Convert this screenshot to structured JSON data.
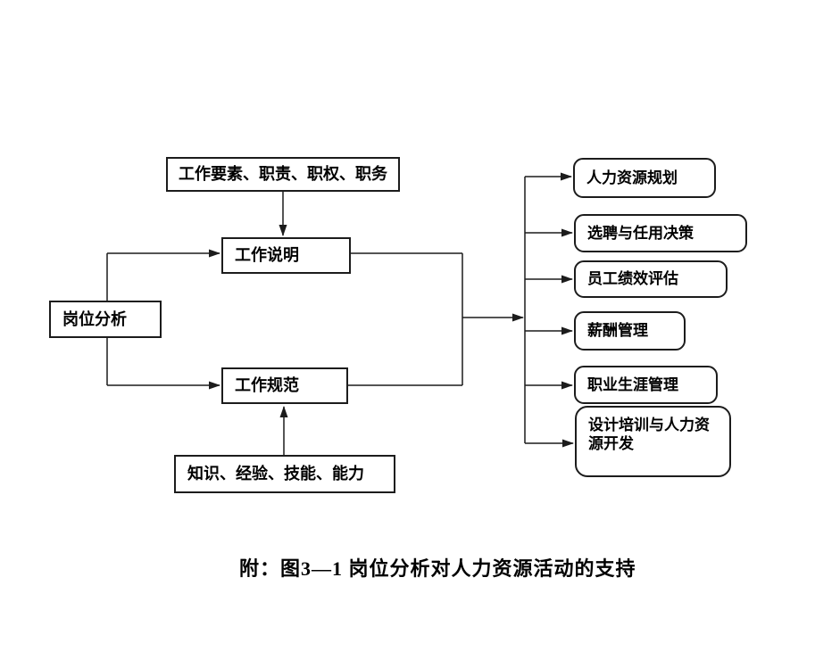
{
  "diagram": {
    "caption": "附：图3—1 岗位分析对人力资源活动的支持",
    "nodes": {
      "job_elements": {
        "label": "工作要素、职责、职权、职务"
      },
      "job_description": {
        "label": "工作说明"
      },
      "job_analysis": {
        "label": "岗位分析"
      },
      "job_specification": {
        "label": "工作规范"
      },
      "ksa": {
        "label": "知识、经验、技能、能力"
      }
    },
    "hr_activities": [
      {
        "label": "人力资源规划"
      },
      {
        "label": "选聘与任用决策"
      },
      {
        "label": "员工绩效评估"
      },
      {
        "label": "薪酬管理"
      },
      {
        "label": "职业生涯管理"
      },
      {
        "label": "设计培训与人力资源开发"
      }
    ],
    "colors": {
      "line": "#1c1c1c",
      "background": "#ffffff",
      "text": "#000000"
    }
  }
}
